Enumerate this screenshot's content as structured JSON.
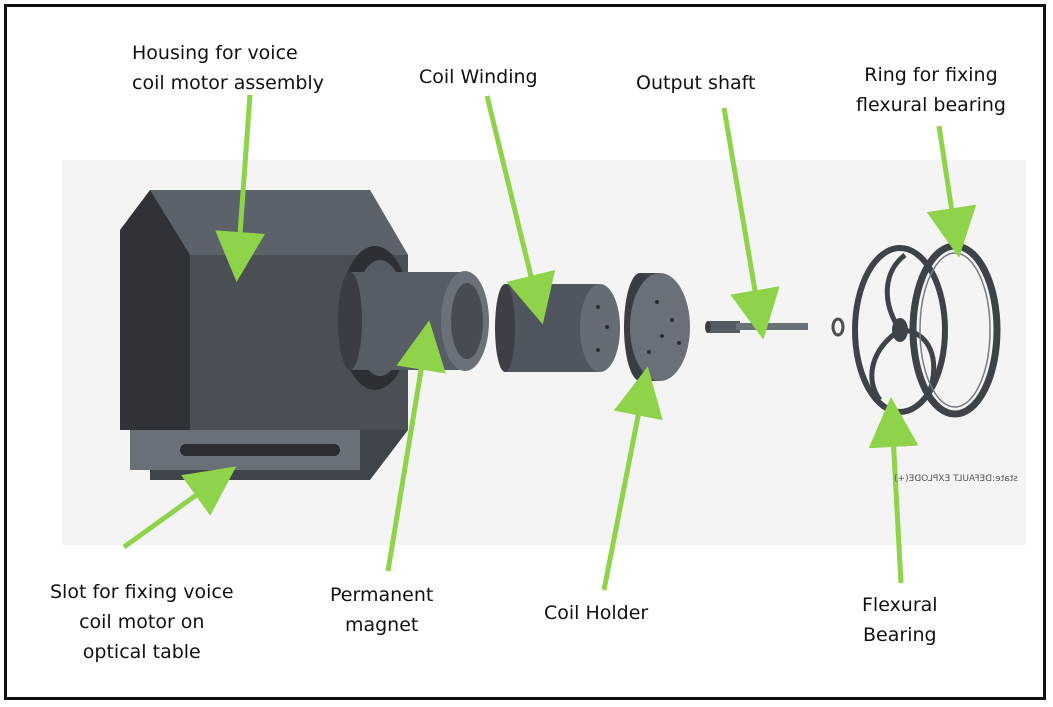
{
  "colors": {
    "arrow": "#8ed34a",
    "part_dark": "#3e4349",
    "part_mid": "#5a6068",
    "part_light": "#7b8088",
    "background": "#f4f4f4"
  },
  "labels": {
    "housing": [
      "Housing for voice",
      "coil motor assembly"
    ],
    "coil_winding": [
      "Coil Winding"
    ],
    "output_shaft": [
      "Output shaft"
    ],
    "ring": [
      "Ring for fixing",
      "flexural bearing"
    ],
    "slot": [
      "Slot for fixing voice",
      "coil motor on",
      "optical table"
    ],
    "permanent_magnet": [
      "Permanent",
      "magnet"
    ],
    "coil_holder": [
      "Coil Holder"
    ],
    "flexural_bearing": [
      "Flexural",
      "Bearing"
    ]
  },
  "view_label": "state:DEFAULT EXPLODE(+)"
}
